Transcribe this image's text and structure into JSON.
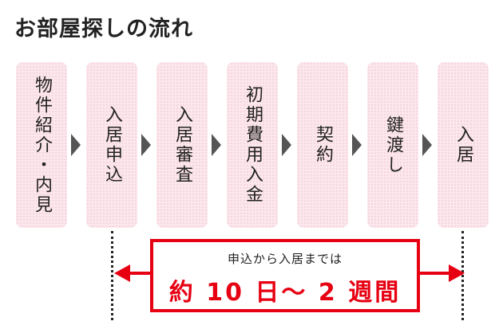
{
  "title": "お部屋探しの流れ",
  "steps": [
    {
      "label": "物件紹介・内見"
    },
    {
      "label": "入居申込"
    },
    {
      "label": "入居審査"
    },
    {
      "label": "初期費用入金"
    },
    {
      "label": "契約"
    },
    {
      "label": "鍵渡し"
    },
    {
      "label": "入居"
    }
  ],
  "callout": {
    "subtitle": "申込から入居までは",
    "duration": "約 10 日～ 2 週間"
  },
  "colors": {
    "accent_red": "#e60012",
    "step_fill": "#fbe7ec",
    "arrow_gray": "#555555",
    "text": "#222222"
  }
}
